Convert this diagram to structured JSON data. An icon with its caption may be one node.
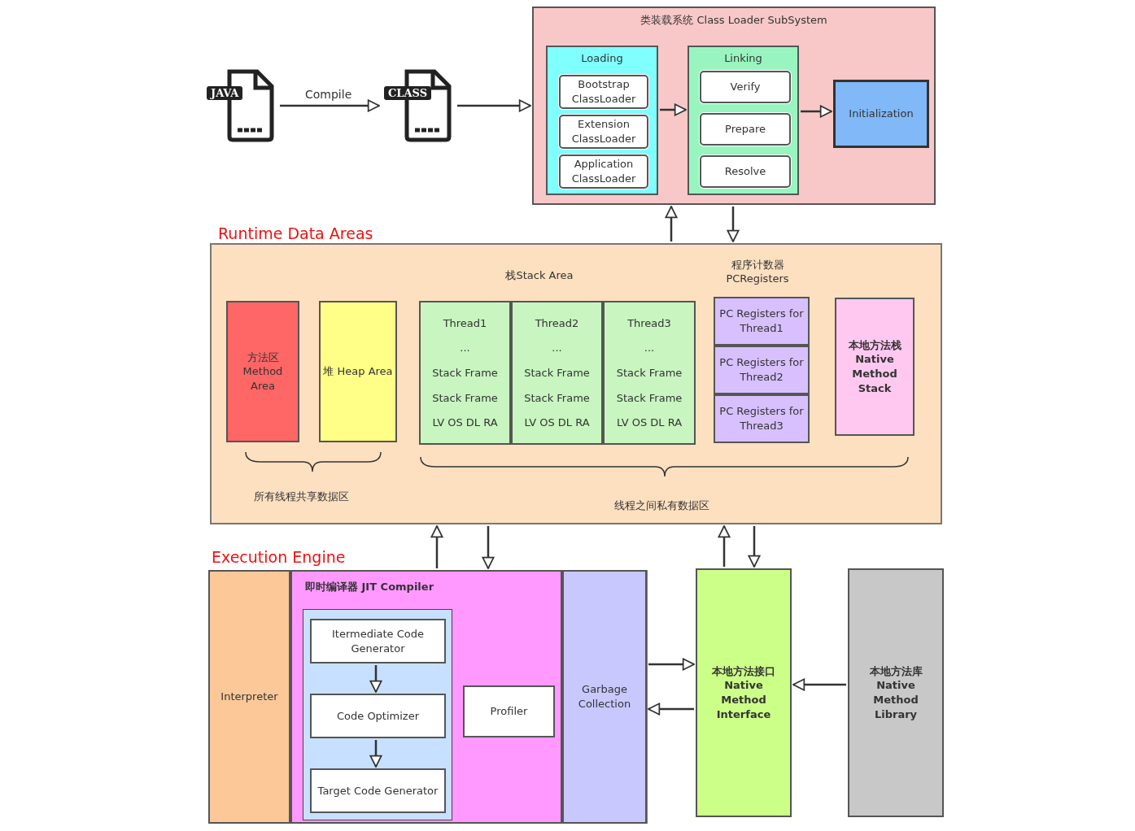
{
  "diagram": {
    "nodes": [
      {
        "text": [
          "JAVA"
        ]
      },
      {
        "text": [
          "CLASS"
        ]
      },
      {
        "text": [
          "类装载系统 Class Loader SubSystem"
        ]
      },
      {
        "text": [
          "Loading"
        ],
        "in": 2
      },
      {
        "text": [
          "Bootstrap ClassLoader"
        ],
        "in": 3
      },
      {
        "text": [
          "Extension ClassLoader"
        ],
        "in": 3
      },
      {
        "text": [
          "Application ClassLoader"
        ],
        "in": 3
      },
      {
        "text": [
          "Linking"
        ],
        "in": 2
      },
      {
        "text": [
          "Verify"
        ],
        "in": 7
      },
      {
        "text": [
          "Prepare"
        ],
        "in": 7
      },
      {
        "text": [
          "Resolve"
        ],
        "in": 7
      },
      {
        "text": [
          "Initialization"
        ],
        "in": 2
      },
      {
        "text": [
          "Runtime Data Areas"
        ]
      },
      {
        "text": [
          "方法区 Method Area"
        ],
        "in": 12
      },
      {
        "text": [
          "堆 Heap Area"
        ],
        "in": 12
      },
      {
        "text": [
          "Thread1",
          "...",
          "Stack Frame",
          "Stack Frame",
          "LV OS DL RA"
        ],
        "in": 12
      },
      {
        "text": [
          "Thread2",
          "...",
          "Stack Frame",
          "Stack Frame",
          "LV OS DL RA"
        ],
        "in": 12
      },
      {
        "text": [
          "Thread3",
          "...",
          "Stack Frame",
          "Stack Frame",
          "LV OS DL RA"
        ],
        "in": 12
      },
      {
        "text": [
          "PC Registers for Thread1"
        ],
        "in": 12
      },
      {
        "text": [
          "PC Registers for Thread2"
        ],
        "in": 12
      },
      {
        "text": [
          "PC Registers for Thread3"
        ],
        "in": 12
      },
      {
        "text": [
          "本地方法栈 Native Method Stack"
        ],
        "in": 12
      },
      {
        "text": [
          "Execution Engine"
        ]
      },
      {
        "text": [
          "Interpreter"
        ],
        "in": 22
      },
      {
        "text": [
          "即时编译器 JIT Compiler"
        ],
        "in": 22
      },
      {
        "text": [],
        "shape": "box",
        "in": 24
      },
      {
        "text": [
          "Itermediate Code Generator"
        ],
        "in": 25
      },
      {
        "text": [
          "Code Optimizer"
        ],
        "in": 25
      },
      {
        "text": [
          "Target Code Generator"
        ],
        "in": 25
      },
      {
        "text": [
          "Profiler"
        ],
        "in": 24
      },
      {
        "text": [
          "Garbage Collection"
        ],
        "in": 22
      },
      {
        "text": [
          "本地方法接口 Native Method Interface"
        ]
      },
      {
        "text": [
          "本地方法库 Native Method Library"
        ]
      }
    ],
    "edges": [
      {
        "from": 0,
        "to": 1,
        "label": "Compile",
        "arrow": "to"
      },
      {
        "from": 1,
        "to": 2,
        "arrow": "to"
      },
      {
        "from": 3,
        "to": 7,
        "arrow": "to"
      },
      {
        "from": 7,
        "to": 11,
        "arrow": "to"
      },
      {
        "from": 12,
        "to": 2,
        "arrow": "to"
      },
      {
        "from": 2,
        "to": 12,
        "arrow": "to"
      },
      {
        "from": 22,
        "to": 12,
        "arrow": "to"
      },
      {
        "from": 12,
        "to": 22,
        "arrow": "to"
      },
      {
        "from": 31,
        "to": 12,
        "arrow": "to"
      },
      {
        "from": 12,
        "to": 31,
        "arrow": "to"
      },
      {
        "from": 26,
        "to": 27,
        "arrow": "to"
      },
      {
        "from": 27,
        "to": 28,
        "arrow": "to"
      },
      {
        "from": 30,
        "to": 31,
        "arrow": "to"
      },
      {
        "from": 31,
        "to": 30,
        "arrow": "to"
      },
      {
        "from": 32,
        "to": 31,
        "arrow": "to"
      }
    ],
    "labels": [
      "栈Stack Area",
      "程序计数器 PCRegisters",
      "所有线程共享数据区",
      "线程之间私有数据区"
    ]
  }
}
